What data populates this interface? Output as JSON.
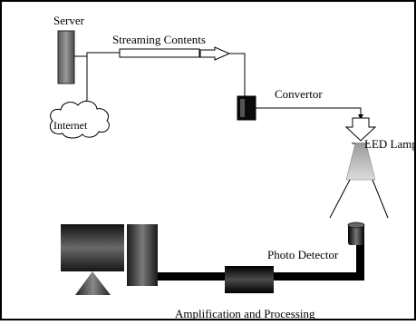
{
  "diagram": {
    "labels": {
      "server": "Server",
      "streaming_contents": "Streaming Contents",
      "internet": "Internet",
      "convertor": "Convertor",
      "led_lamp": "LED Lamp",
      "photo_detector": "Photo Detector",
      "amplification": "Amplification and Processing"
    }
  }
}
